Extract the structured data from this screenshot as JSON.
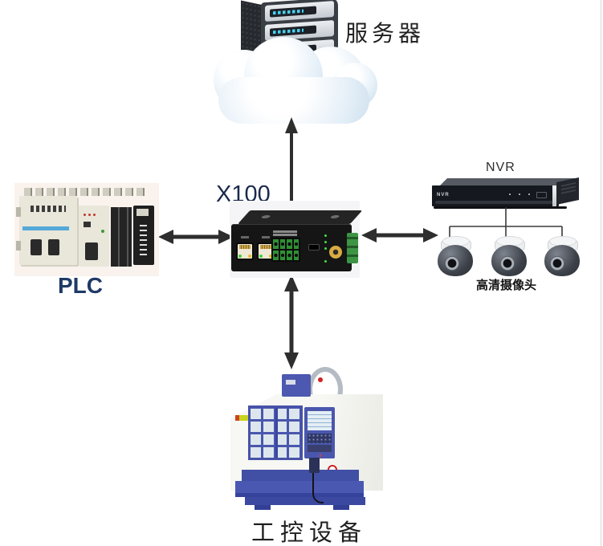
{
  "diagram": {
    "nodes": {
      "server": {
        "label": "服务器"
      },
      "gateway": {
        "label": "X100"
      },
      "plc": {
        "label": "PLC"
      },
      "nvr": {
        "label": "NVR",
        "device_text": "NVR"
      },
      "cameras": {
        "label": "高清摄像头",
        "count": 3
      },
      "machine": {
        "label": "工控设备"
      }
    },
    "edges": [
      {
        "from": "gateway",
        "to": "server",
        "type": "arrow",
        "heads": "up"
      },
      {
        "from": "plc",
        "to": "gateway",
        "type": "arrow",
        "heads": "both"
      },
      {
        "from": "gateway",
        "to": "nvr",
        "type": "arrow",
        "heads": "both"
      },
      {
        "from": "gateway",
        "to": "machine",
        "type": "arrow",
        "heads": "both"
      },
      {
        "from": "nvr",
        "to": "cameras",
        "type": "branch-line"
      }
    ],
    "colors": {
      "arrow": "#2e2e2e",
      "connector_line": "#3a3a3a",
      "label_dark": "#1f1f1f",
      "label_navy": "#1e3a66",
      "cnc_blue": "#4a57ae",
      "server_led": "#45d2f2",
      "terminal_green": "#2f9134",
      "antenna_gold": "#d8ab42"
    }
  }
}
